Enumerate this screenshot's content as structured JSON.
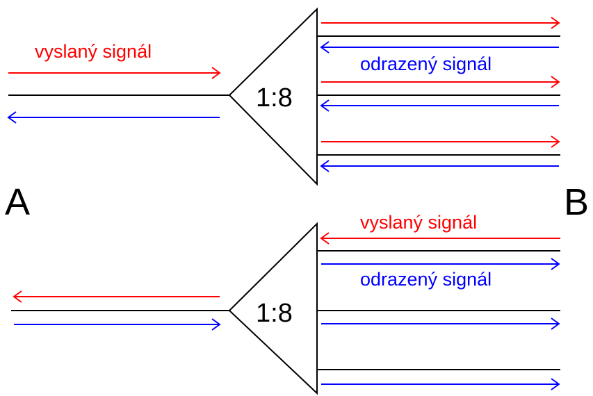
{
  "labels": {
    "sent_signal": "vyslaný signál",
    "reflected_signal": "odrazený signál",
    "split_ratio": "1:8",
    "side_a": "A",
    "side_b": "B"
  },
  "colors": {
    "sent": "#ff0000",
    "reflected": "#0000ff",
    "line": "#000000"
  }
}
